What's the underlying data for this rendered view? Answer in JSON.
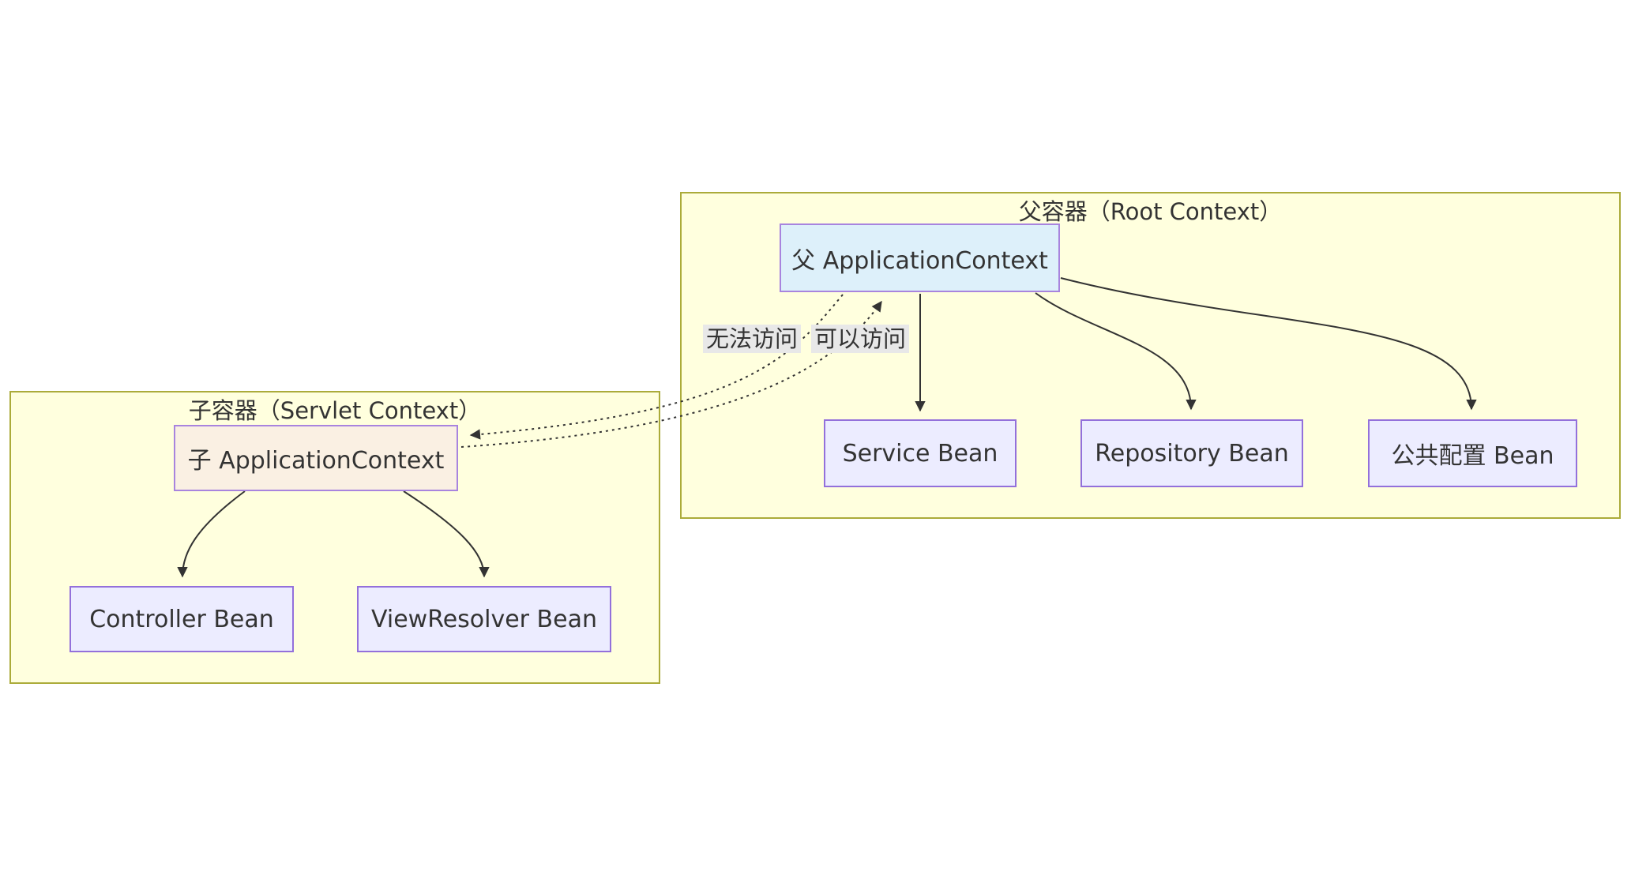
{
  "diagram": {
    "type": "flowchart",
    "background": "#ffffff",
    "clusters": {
      "parent": {
        "title": "父容器（Root Context）"
      },
      "child": {
        "title": "子容器（Servlet Context）"
      }
    },
    "nodes": {
      "parent_app": {
        "label": "父 ApplicationContext"
      },
      "service": {
        "label": "Service Bean"
      },
      "repository": {
        "label": "Repository Bean"
      },
      "common": {
        "label": "公共配置 Bean"
      },
      "child_app": {
        "label": "子 ApplicationContext"
      },
      "controller": {
        "label": "Controller Bean"
      },
      "viewresolver": {
        "label": "ViewResolver Bean"
      }
    },
    "edges": {
      "parent_to_service": {
        "from": "parent_app",
        "to": "service",
        "style": "solid"
      },
      "parent_to_repository": {
        "from": "parent_app",
        "to": "repository",
        "style": "solid"
      },
      "parent_to_common": {
        "from": "parent_app",
        "to": "common",
        "style": "solid"
      },
      "child_to_controller": {
        "from": "child_app",
        "to": "controller",
        "style": "solid"
      },
      "child_to_viewresolver": {
        "from": "child_app",
        "to": "viewresolver",
        "style": "solid"
      },
      "parent_to_child_denied": {
        "from": "parent_app",
        "to": "child_app",
        "style": "dotted",
        "label": "无法访问"
      },
      "child_to_parent_allowed": {
        "from": "child_app",
        "to": "parent_app",
        "style": "dotted",
        "label": "可以访问"
      }
    },
    "edge_labels": {
      "cannot_access": "无法访问",
      "can_access": "可以访问"
    },
    "colors": {
      "cluster_fill": "#ffffde",
      "cluster_border": "#abab3a",
      "node_fill_lavender": "#ECECFF",
      "node_fill_blue": "#ddf0fa",
      "node_fill_peach": "#faf0e3",
      "node_border": "#9370DB",
      "edge_line": "#333333",
      "edge_label_bg": "#e8e8e8",
      "text": "#333333"
    }
  }
}
